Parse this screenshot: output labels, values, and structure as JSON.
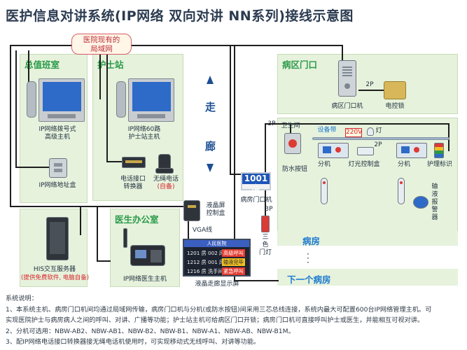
{
  "title": "医护信息对讲系统(IP网络 双向对讲 NN系列)接线示意图",
  "lan_badge": {
    "line1": "医院现有的",
    "line2": "局域网"
  },
  "panels": {
    "duty_room": "总值班室",
    "nurse_station": "护士站",
    "doctor_office": "医生办公室",
    "ward_door": "病区门口",
    "ward_room": "病房",
    "next_ward": "下一个病房"
  },
  "corridor": {
    "top": "走",
    "bottom": "廊"
  },
  "devices": {
    "ip_host_line1": "IP网络拨号式",
    "ip_host_line2": "高级主机",
    "ip_address_box": "IP网络地址盒",
    "his_server": "HIS交互服务器",
    "his_note": "(提供免费软件, 电脑自备)",
    "nurse_host_line1": "IP网络60路",
    "nurse_host_line2": "护士站主机",
    "phone_converter_line1": "电话接口",
    "phone_converter_line2": "转换器",
    "wireless_phone_line1": "无绳电话",
    "wireless_phone_line2": "(自备)",
    "lcd_controller_line1": "液晶屏",
    "lcd_controller_line2": "控制盒",
    "vga_label": "VGA线",
    "doctor_host": "IP网络医生主机",
    "corridor_display": "液晶走廊显示屏",
    "ward_door_unit": "病区门口机",
    "electric_lock": "电控锁",
    "room_door_unit": "病房门口机",
    "room_number": "1001房",
    "bathroom": "卫生间",
    "waterproof_button": "防水按钮",
    "equipment_strip": "设备带",
    "lamp": "灯",
    "voltage": "220V",
    "extension": "分机",
    "light_control_box": "灯光控制盒",
    "nursing_sign": "护理标识",
    "infusion_alarm_line1": "输",
    "infusion_alarm_line2": "液",
    "infusion_alarm_line3": "报",
    "infusion_alarm_line4": "警",
    "infusion_alarm_line5": "器",
    "tricolor_lamp_line1": "三",
    "tricolor_lamp_line2": "色",
    "tricolor_lamp_line3": "门灯"
  },
  "wire_labels": {
    "p2_lock": "2P",
    "p3_a": "3P",
    "p3_b": "3P",
    "p2_box": "2P"
  },
  "display": {
    "header": "人民医院",
    "rows": [
      {
        "left": "1201 房 002 床",
        "right": "高级呼叫",
        "right_color": "#e23b2f"
      },
      {
        "left": "1212 房 001 床",
        "right": "输液完毕",
        "right_color": "#f0c020"
      },
      {
        "left": "1216 房 洗手间",
        "right": "紧急呼叫",
        "right_color": "#e23b2f"
      }
    ]
  },
  "notes": [
    "系统说明：",
    "1、本系统主机、病房门口机间均通过局域网传输，病房门口机与分机(或防水按钮)间采用三芯总线连接，系统内最大可配置600台IP网络管理主机。可",
    "实现医院护士与病房病人之间的呼叫、对讲、广播等功能；护士站主机可给病区门口开锁；病房门口机可直接呼叫护士或医生，并能相互可视对讲。",
    "2、分机可选用：NBW-AB2、NBW-AB1、NBW-B2、NBW-B1、NBW-A1、NBW-AB、NBW-B1M。",
    "3、配IP网络电话接口转换器接无绳电话机使用时，可实现移动式无线呼叫、对讲等功能。"
  ]
}
